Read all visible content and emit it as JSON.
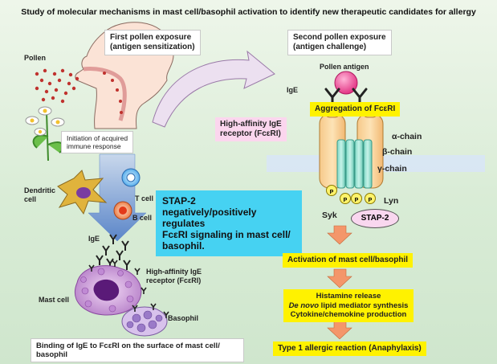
{
  "title": "Study of molecular mechanisms in mast cell/basophil activation to identify new therapeutic candidates for allergy",
  "left": {
    "first_exposure": [
      "First pollen exposure",
      "(antigen sensitization)"
    ],
    "pollen": "Pollen",
    "initiation": [
      "Initiation of acquired",
      "immune response"
    ],
    "dendritic": [
      "Dendritic",
      "cell"
    ],
    "t_cell": "T cell",
    "b_cell": "B cell",
    "ige": "IgE",
    "receptor": [
      "High-affinity IgE",
      "receptor (FcεRI)"
    ],
    "mast_cell": "Mast cell",
    "basophil": "Basophil",
    "binding": [
      "Binding of IgE to FcεRI on the surface of mast cell/",
      "basophil"
    ]
  },
  "middle": {
    "receptor_box": [
      "High-affinity IgE",
      "receptor (FcεRI)"
    ],
    "stap2": [
      "STAP-2",
      "negatively/positively regulates",
      "FcεRI signaling in mast cell/",
      "basophil."
    ]
  },
  "right": {
    "second_exposure": [
      "Second pollen exposure",
      "(antigen challenge)"
    ],
    "pollen_antigen": "Pollen antigen",
    "ige": "IgE",
    "aggregation": "Aggregation of FcεRI",
    "alpha": "α-chain",
    "beta": "β-chain",
    "gamma": "γ-chain",
    "lyn": "Lyn",
    "syk": "Syk",
    "stap2": "STAP-2",
    "p": "P",
    "activation": "Activation of mast cell/basophil",
    "histamine": "Histamine release",
    "de_novo_italic": "De novo",
    "de_novo_rest": " lipid mediator synthesis",
    "cytokine": "Cytokine/chemokine production",
    "reaction": "Type 1 allergic reaction (Anaphylaxis)"
  },
  "colors": {
    "yellow": "#fff200",
    "cyan": "#46d2f2",
    "pink": "#fbd6ee",
    "salmon": "#f4966a",
    "antigen": "#e8378a"
  }
}
